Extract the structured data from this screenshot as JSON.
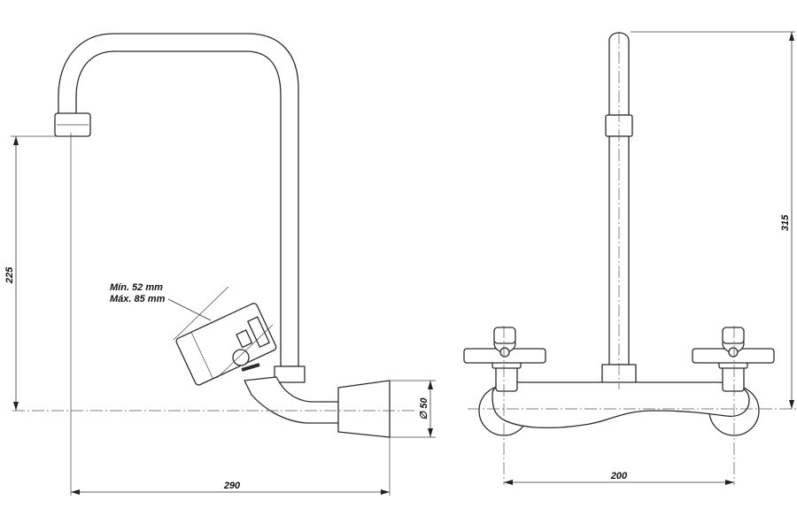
{
  "drawing": {
    "side_view": {
      "dim_height": "225",
      "dim_width": "290",
      "dim_diameter": "∅ 50",
      "wall_min": "Mín. 52 mm",
      "wall_max": "Máx. 85 mm"
    },
    "front_view": {
      "dim_height": "315",
      "dim_width": "200"
    }
  }
}
